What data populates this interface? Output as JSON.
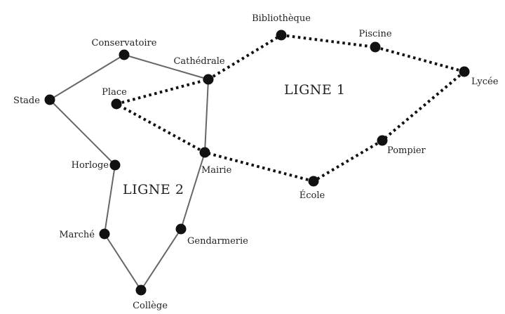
{
  "lines": [
    {
      "name": "LIGNE 1",
      "style": "dotted",
      "color": "#111111",
      "route": [
        "place",
        "cathedrale",
        "bibliotheque",
        "piscine",
        "lycee",
        "pompier",
        "ecole",
        "mairie",
        "place"
      ]
    },
    {
      "name": "LIGNE 2",
      "style": "solid",
      "color": "#666666",
      "route": [
        "cathedrale",
        "conservatoire",
        "stade",
        "horloge",
        "marche",
        "college",
        "gendarmerie",
        "mairie",
        "cathedrale"
      ]
    }
  ],
  "stations": [
    {
      "id": "bibliotheque",
      "label": "Bibliothèque"
    },
    {
      "id": "piscine",
      "label": "Piscine"
    },
    {
      "id": "lycee",
      "label": "Lycée"
    },
    {
      "id": "pompier",
      "label": "Pompier"
    },
    {
      "id": "ecole",
      "label": "École"
    },
    {
      "id": "mairie",
      "label": "Mairie"
    },
    {
      "id": "place",
      "label": "Place"
    },
    {
      "id": "cathedrale",
      "label": "Cathédrale"
    },
    {
      "id": "conservatoire",
      "label": "Conservatoire"
    },
    {
      "id": "stade",
      "label": "Stade"
    },
    {
      "id": "horloge",
      "label": "Horloge"
    },
    {
      "id": "marche",
      "label": "Marché"
    },
    {
      "id": "college",
      "label": "Collège"
    },
    {
      "id": "gendarmerie",
      "label": "Gendarmerie"
    }
  ]
}
